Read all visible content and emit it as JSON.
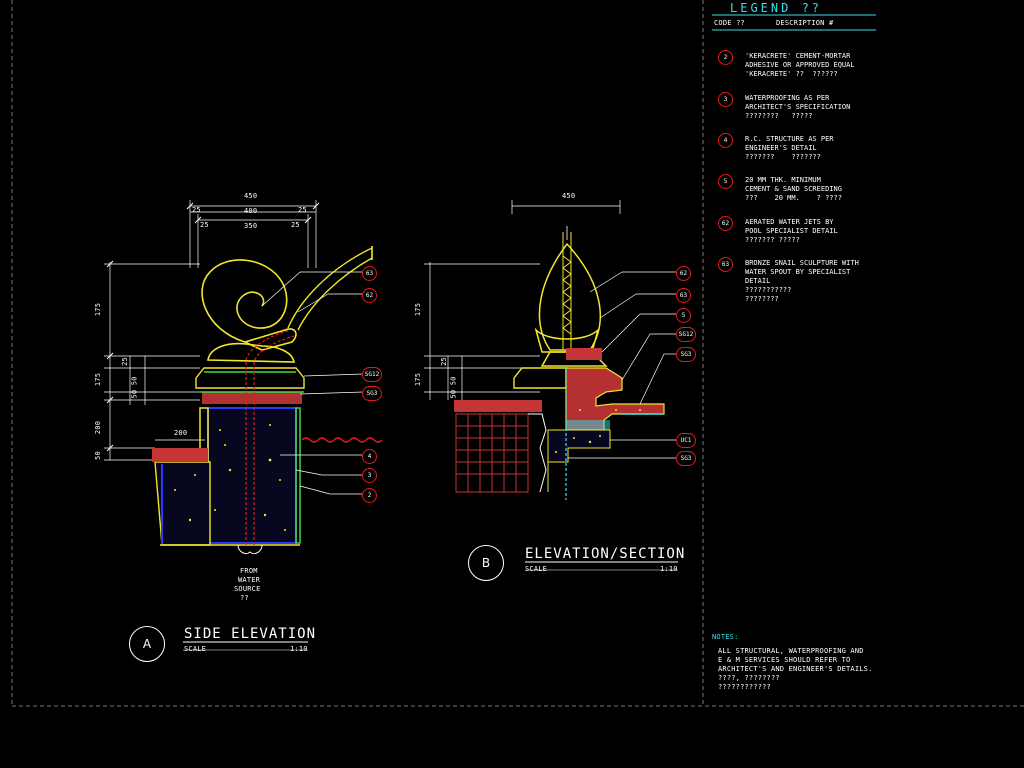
{
  "legend": {
    "title": "LEGEND  ??",
    "col_code": "CODE ??",
    "col_desc": "DESCRIPTION  #",
    "items": [
      {
        "code": "2",
        "desc": "'KERACRETE' CEMENT-MORTAR\nADHESIVE OR APPROVED EQUAL\n'KERACRETE' ??  ??????"
      },
      {
        "code": "3",
        "desc": "WATERPROOFING AS PER\nARCHITECT'S SPECIFICATION\n????????   ?????"
      },
      {
        "code": "4",
        "desc": "R.C. STRUCTURE AS PER\nENGINEER'S DETAIL\n???????    ???????"
      },
      {
        "code": "5",
        "desc": "20 MM THK. MINIMUM\nCEMENT & SAND SCREEDING\n???    20 MM.    ? ????"
      },
      {
        "code": "62",
        "desc": "AERATED WATER JETS BY\nPOOL SPECIALIST DETAIL\n??????? ?????"
      },
      {
        "code": "63",
        "desc": "BRONZE SNAIL SCULPTURE WITH\nWATER SPOUT BY SPECIALIST\nDETAIL\n???????????\n????????"
      }
    ]
  },
  "notes": {
    "title": "NOTES:",
    "lines": [
      "ALL STRUCTURAL, WATERPROOFING AND",
      "E & M SERVICES SHOULD REFER TO",
      "ARCHITECT'S AND ENGINEER'S DETAILS.",
      "????, ????????",
      "????????????"
    ]
  },
  "drawing_a": {
    "id": "A",
    "title": "SIDE  ELEVATION",
    "scale_label": "SCALE",
    "scale_value": "1:10",
    "source_note": [
      "FROM",
      "WATER",
      "SOURCE",
      "??"
    ],
    "dims_top": [
      "450",
      "400",
      "350"
    ],
    "dims_top_small": [
      "25",
      "25",
      "25",
      "25"
    ],
    "dims_left": [
      "175",
      "175",
      "25",
      "50 50",
      "200",
      "50"
    ],
    "dim_step": "200",
    "callouts": [
      "63",
      "62",
      "SG12",
      "SG3",
      "4",
      "3",
      "2"
    ]
  },
  "drawing_b": {
    "id": "B",
    "title": "ELEVATION/SECTION",
    "scale_label": "SCALE",
    "scale_value": "1:10",
    "dims_top": [
      "450"
    ],
    "dims_left": [
      "175",
      "175",
      "25",
      "50 50"
    ],
    "callouts": [
      "62",
      "63",
      "5",
      "SG12",
      "SG3",
      "UC1",
      "SG3"
    ]
  },
  "colors": {
    "yellow": "#f2e62a",
    "red": "#e21b1b",
    "blue": "#2a39ff",
    "cyan": "#35e0e6",
    "green": "#45d645",
    "white": "#ffffff",
    "hatch": "#c53535",
    "dashed": "#8a8a8a"
  }
}
